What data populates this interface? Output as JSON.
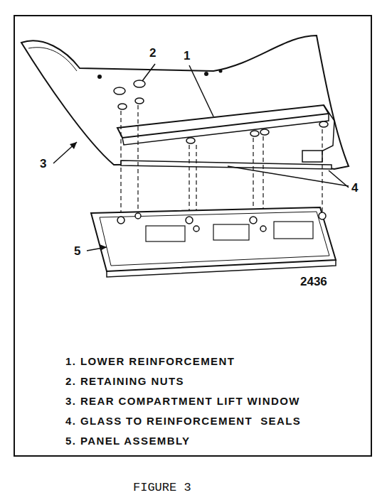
{
  "diagram": {
    "caption": "FIGURE 3",
    "labels": [
      "2",
      "1",
      "3",
      "4",
      "5",
      "2436",
      "1. LOWER REINFORCEMENT",
      "2. RETAINING NUTS",
      "3. REAR COMPARTMENT LIFT WINDOW",
      "4. GLASS TO REINFORCEMENT  SEALS",
      "5. PANEL ASSEMBLY"
    ]
  }
}
